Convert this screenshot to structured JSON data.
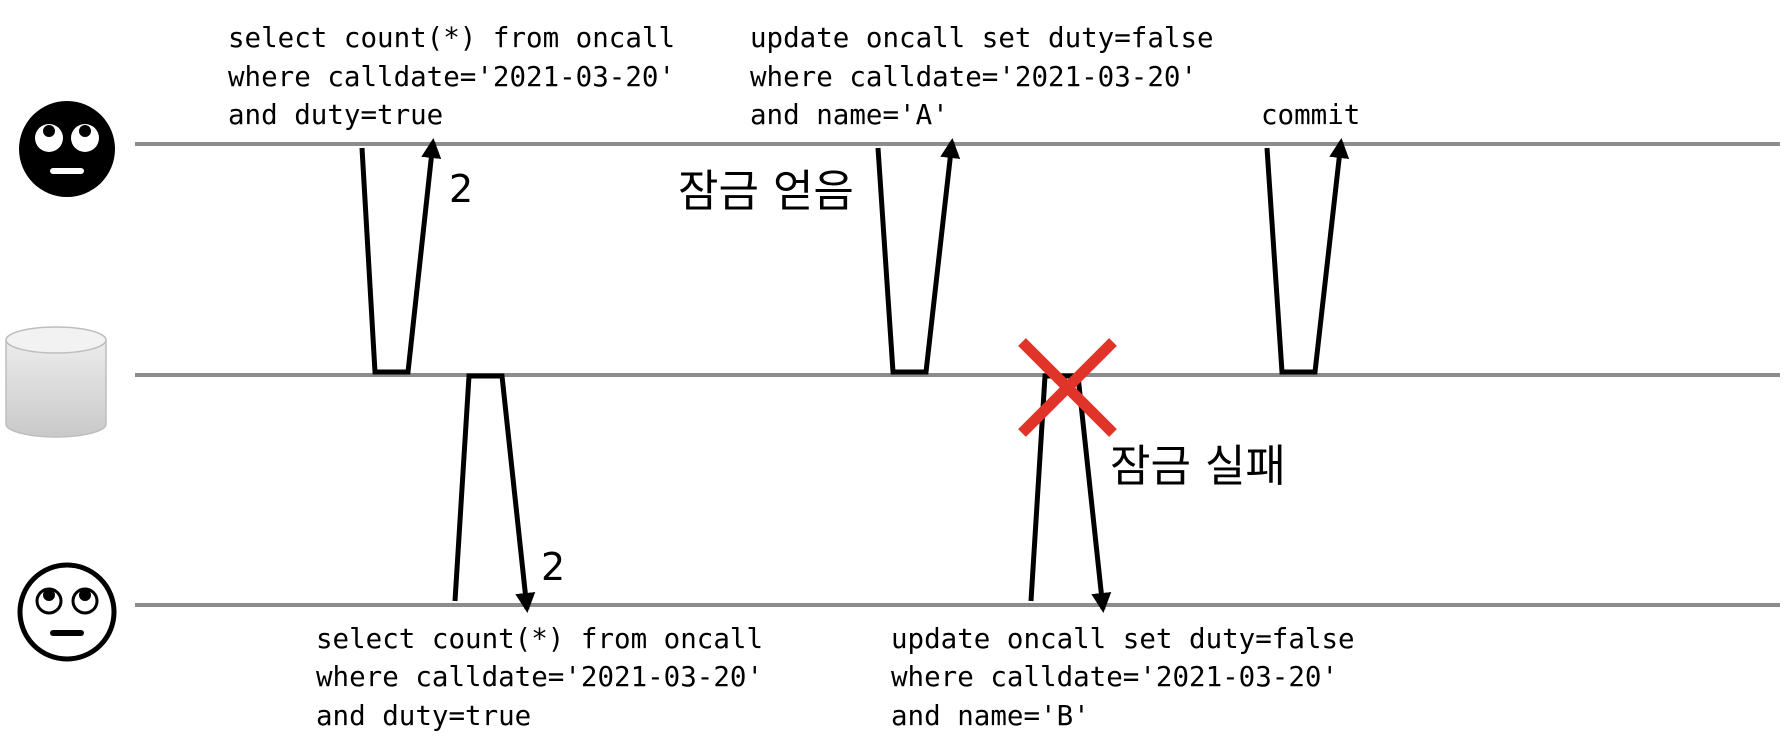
{
  "user_a": {
    "select_query": [
      "select count(*) from oncall",
      "where calldate='2021-03-20'",
      "and duty=true"
    ],
    "select_result": "2",
    "lock_acquired_label": "잠금 얻음",
    "update_query": [
      "update oncall set duty=false",
      "where calldate='2021-03-20'",
      "and name='A'"
    ],
    "commit_label": "commit"
  },
  "user_b": {
    "select_query": [
      "select count(*) from oncall",
      "where calldate='2021-03-20'",
      "and duty=true"
    ],
    "select_result": "2",
    "update_query": [
      "update oncall set duty=false",
      "where calldate='2021-03-20'",
      "and name='B'"
    ],
    "lock_failed_label": "잠금 실패"
  },
  "icons": {
    "user_a": "eye-roll-face-filled-icon",
    "database": "database-cylinder-icon",
    "user_b": "eye-roll-face-outline-icon",
    "failure": "red-x-icon"
  },
  "colors": {
    "timeline": "#8c8c8c",
    "arrow": "#000000",
    "failure_mark": "#e0342b",
    "database": "#d9d9d9"
  }
}
